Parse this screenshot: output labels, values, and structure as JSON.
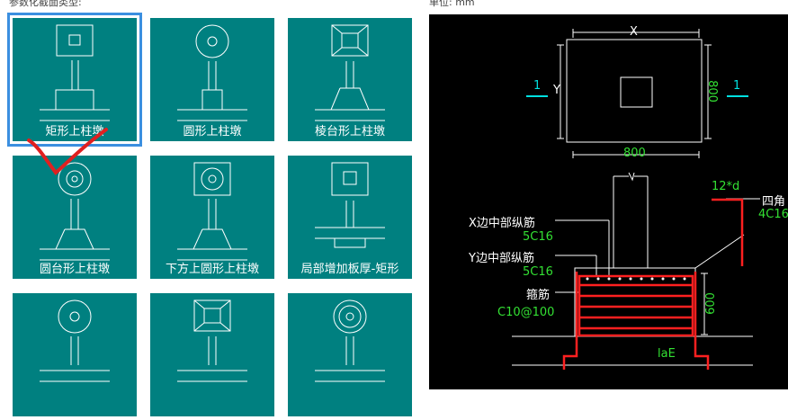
{
  "header": {
    "left_label": "参数化截面类型:",
    "right_label": "单位: mm"
  },
  "tiles": [
    {
      "label": "矩形上柱墩",
      "selected": true
    },
    {
      "label": "圆形上柱墩"
    },
    {
      "label": "棱台形上柱墩"
    },
    {
      "label": "圆台形上柱墩"
    },
    {
      "label": "下方上圆形上柱墩"
    },
    {
      "label": "局部增加板厚-矩形"
    },
    {
      "label": ""
    },
    {
      "label": ""
    },
    {
      "label": ""
    }
  ],
  "cad": {
    "plan": {
      "dim_x_label": "X",
      "dim_y_label": "Y",
      "dim_width": "800",
      "dim_height": "800",
      "section_left": "1",
      "section_right": "1"
    },
    "section": {
      "x_mid_bar_label": "X边中部纵筋",
      "x_mid_bar_value": "5C16",
      "y_mid_bar_label": "Y边中部纵筋",
      "y_mid_bar_value": "5C16",
      "stirrup_label": "箍筋",
      "stirrup_value": "C10@100",
      "hook_label": "12*d",
      "corner_bar_label": "四角",
      "corner_bar_value": "4C16",
      "height_dim": "600",
      "anchor_label": "laE"
    }
  },
  "colors": {
    "tile_bg": "#008080",
    "selection": "#3b8fe0",
    "cad_bg": "#000000",
    "rebar": "#ff2020",
    "dim_text": "#33e033",
    "section_marker": "#00e0e0"
  }
}
